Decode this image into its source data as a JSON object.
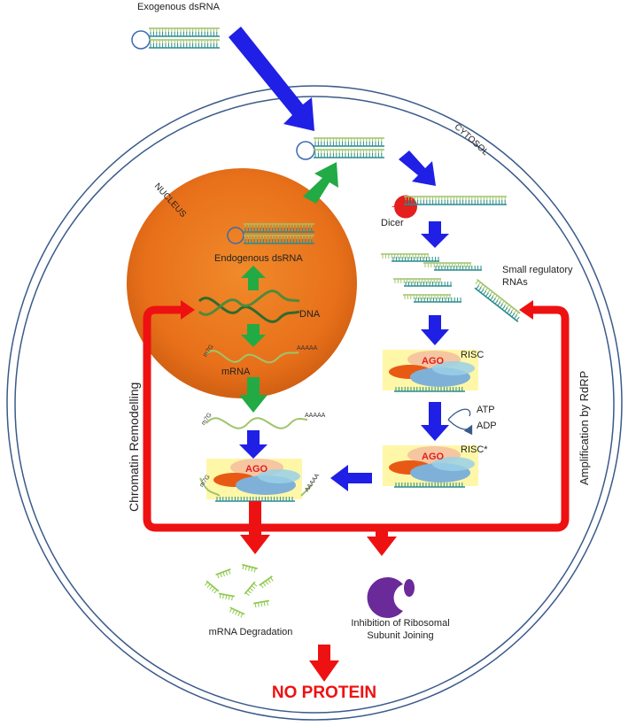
{
  "labels": {
    "exogenous": "Exogenous dsRNA",
    "cytosol": "CYTOSOL",
    "nucleus": "NUCLEUS",
    "endogenous": "Endogenous dsRNA",
    "dna": "DNA",
    "mrna": "mRNA",
    "dicer": "Dicer",
    "small_rnas": "Small regulatory\nRNAs",
    "risc": "RISC",
    "risc_star": "RISC*",
    "atp": "ATP",
    "adp": "ADP",
    "ago": "AGO",
    "cap": "m7G",
    "polya": "AAAAA",
    "chromatin": "Chromatin Remodelling",
    "amplification": "Amplification by RdRP",
    "degradation": "mRNA Degradation",
    "inhibition": "Inhibition of  Ribosomal\nSubunit Joining",
    "no_protein": "NO PROTEIN"
  },
  "colors": {
    "blue_arrow": "#1f1fe6",
    "green_arrow": "#22aa44",
    "red_arrow": "#ee1111",
    "nucleus": "#e8701a",
    "membrane": "#3a5a8a",
    "rna_green": "#9fc46a",
    "rna_teal": "#2a8c8c",
    "risc_bg": "#fff7a8",
    "ribosome": "#6a2a9a",
    "no_protein": "#ee1111"
  }
}
